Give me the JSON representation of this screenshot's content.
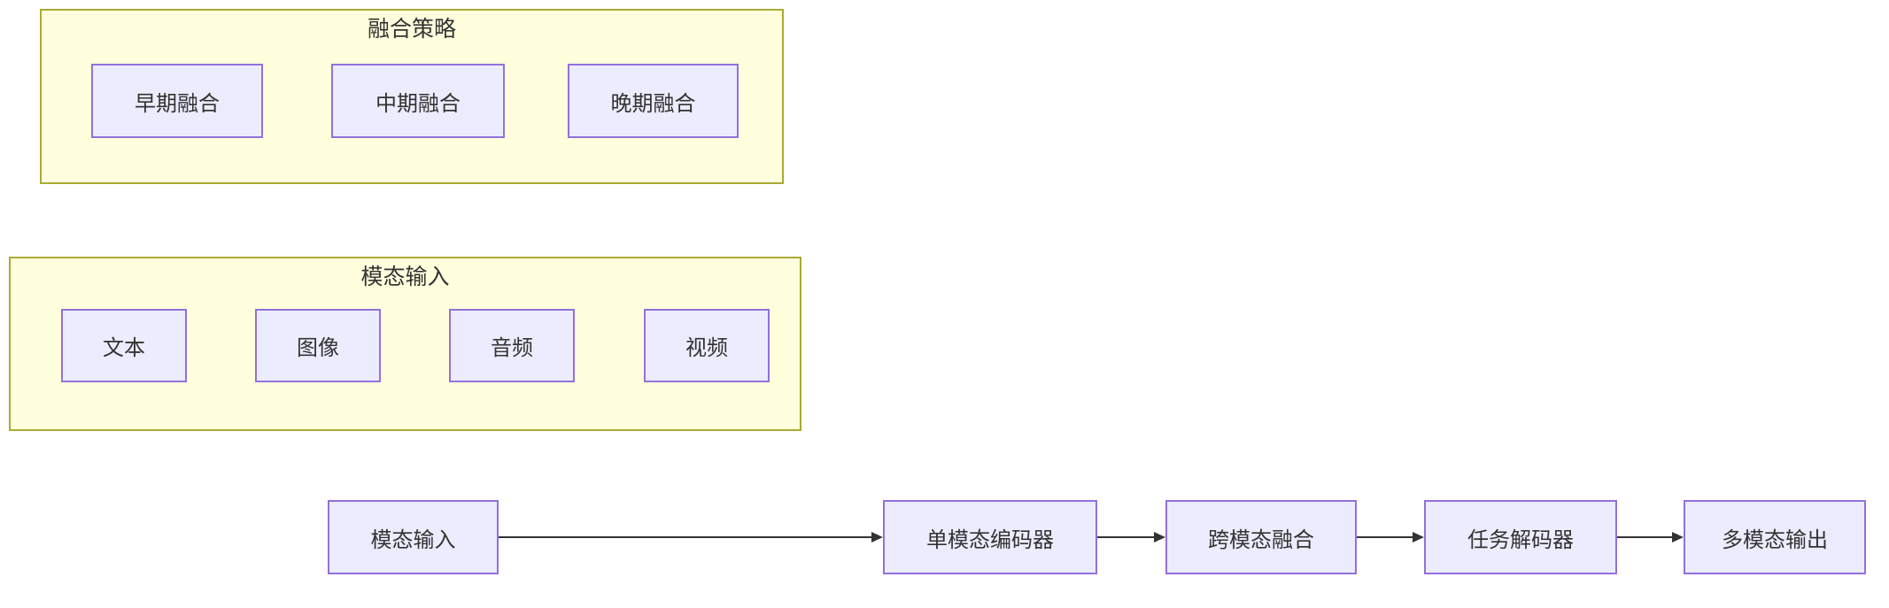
{
  "diagram": {
    "groups": [
      {
        "title": "融合策略",
        "items": [
          "早期融合",
          "中期融合",
          "晚期融合"
        ]
      },
      {
        "title": "模态输入",
        "items": [
          "文本",
          "图像",
          "音频",
          "视频"
        ]
      }
    ],
    "flow": {
      "nodes": [
        "模态输入",
        "单模态编码器",
        "跨模态融合",
        "任务解码器",
        "多模态输出"
      ]
    },
    "colors": {
      "group_fill": "#ffffde",
      "group_border": "#aaaa33",
      "node_fill": "#ececff",
      "node_border": "#9370db",
      "text": "#333333",
      "arrow": "#333333"
    }
  }
}
